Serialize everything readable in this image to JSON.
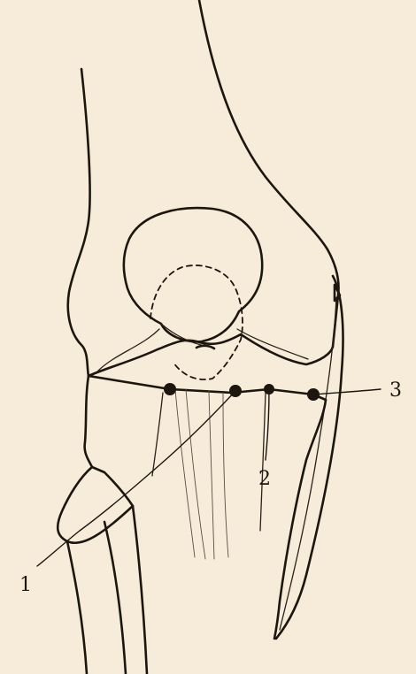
{
  "diagram": {
    "labels": [
      {
        "id": "label-1",
        "text": "1"
      },
      {
        "id": "label-2",
        "text": "2"
      },
      {
        "id": "label-3",
        "text": "3"
      }
    ],
    "colors": {
      "paper": "#f6ecd9",
      "ink": "#1c160f"
    }
  }
}
